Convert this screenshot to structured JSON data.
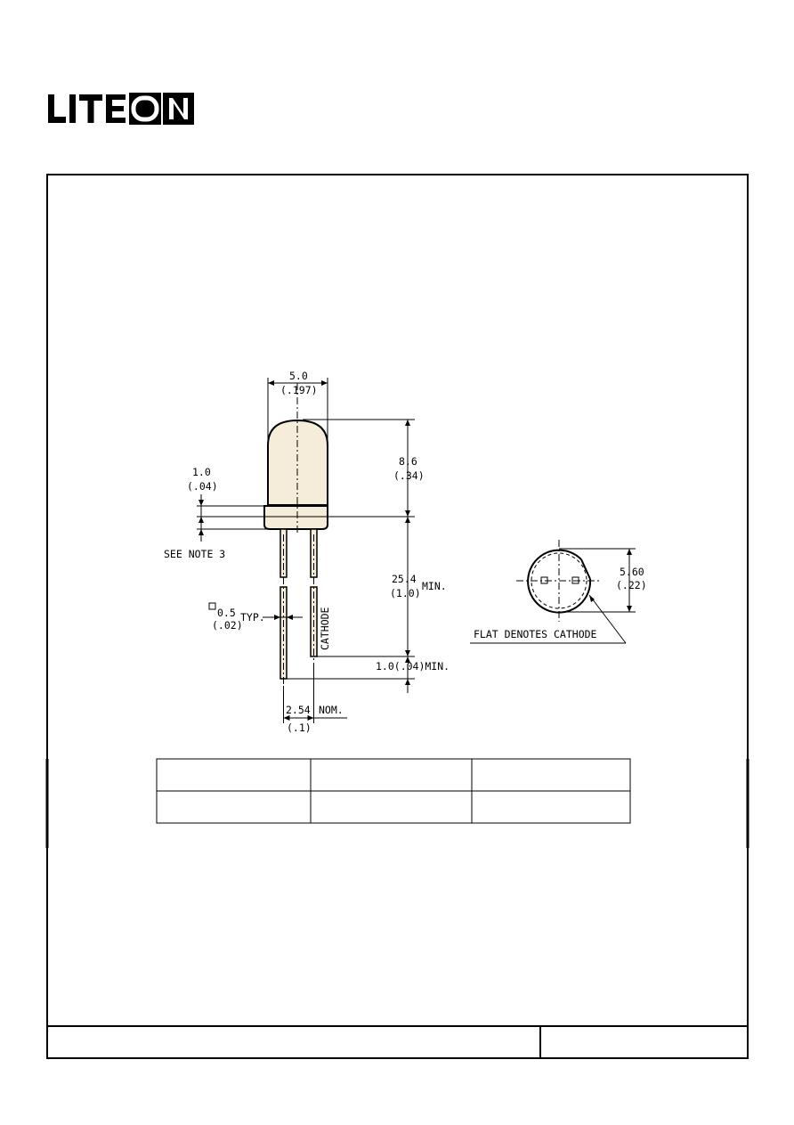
{
  "logo": {
    "text": "LITEON"
  },
  "dimensions": {
    "width_mm": "5.0",
    "width_in": "(.197)",
    "dome_height_mm": "8.6",
    "dome_height_in": "(.34)",
    "flange_mm": "1.0",
    "flange_in": "(.04)",
    "see_note": "SEE NOTE 3",
    "lead_length_mm": "25.4",
    "lead_length_in": "(1.0)",
    "lead_length_suffix": "MIN.",
    "lead_square_mm": "0.5",
    "lead_square_in": "(.02)",
    "lead_square_suffix": "TYP.",
    "cathode_label": "CATHODE",
    "bottom_offset": "1.0(.04)MIN.",
    "pitch_mm": "2.54",
    "pitch_suffix": "NOM.",
    "pitch_in": "(.1)",
    "diameter_mm": "5.60",
    "diameter_in": "(.22)",
    "flat_note": "FLAT DENOTES CATHODE"
  },
  "table": {
    "rows": [
      [
        "",
        "",
        ""
      ],
      [
        "",
        "",
        ""
      ]
    ]
  },
  "footer": {
    "cells": [
      "",
      ""
    ]
  }
}
